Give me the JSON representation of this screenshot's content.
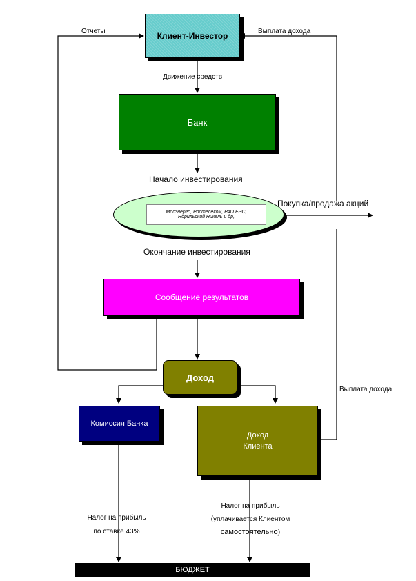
{
  "nodes": {
    "client_investor": "Клиент-Инвестор",
    "bank": "Банк",
    "securities_line1": "Мосэнерго, Ростелеком,  РАО  ЕЭС,",
    "securities_line2": "Норильский Никель и др,",
    "results_report": "Сообщение результатов",
    "income": "Доход",
    "bank_commission": "Комиссия Банка",
    "client_income_line1": "Доход",
    "client_income_line2": "Клиента",
    "budget": "БЮДЖЕТ"
  },
  "labels": {
    "reports": "Отчеты",
    "income_payment_top": "Выплата дохода",
    "funds_movement": "Движение средств",
    "investment_start": "Начало инвестирования",
    "share_trading": "Покупка/продажа акций",
    "investment_end": "Окончание инвестирования",
    "income_payment_right": "Выплата дохода",
    "tax_left_line1": "Налог на прибыль",
    "tax_left_line2": "по ставке 43%",
    "tax_right_line1": "Налог на прибыль",
    "tax_right_line2": "(уплачивается  Клиентом",
    "tax_right_line3": "самостоятельно)"
  },
  "colors": {
    "client_investor_fill": "#66cccc",
    "bank_fill": "#008000",
    "securities_fill": "#ccffcc",
    "results_fill": "#ff00ff",
    "income_fill": "#808000",
    "commission_fill": "#000080",
    "client_income_fill": "#808000",
    "budget_fill": "#000000"
  }
}
